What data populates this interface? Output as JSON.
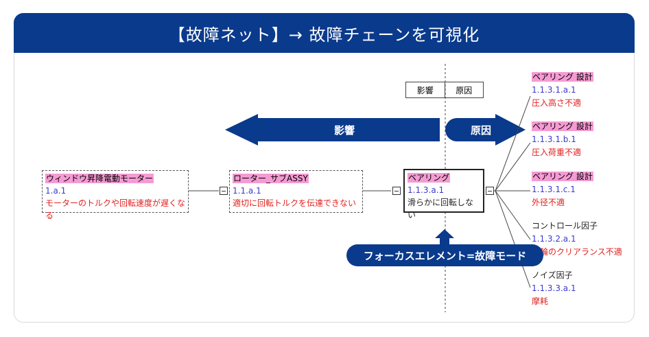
{
  "title": "【故障ネット】→ 故障チェーンを可視化",
  "legend_box": {
    "effect": "影響",
    "cause": "原因"
  },
  "arrows": {
    "effect": "影響",
    "cause": "原因"
  },
  "focus_label": "フォーカスエレメント=故障モード",
  "nodes": [
    {
      "name": "ウィンドウ昇降電動モーター",
      "id": "1.a.1",
      "failure": "モーターのトルクや回転速度が遅くなる"
    },
    {
      "name": "ローター_サブASSY",
      "id": "1.1.a.1",
      "failure": "適切に回転トルクを伝達できない"
    },
    {
      "name": "ベアリング",
      "id": "1.1.3.a.1",
      "failure": "滑らかに回転しない"
    }
  ],
  "causes": [
    {
      "name": "ベアリング 設計",
      "id": "1.1.3.1.a.1",
      "failure": "圧入高さ不適",
      "highlight": true
    },
    {
      "name": "ベアリング 設計",
      "id": "1.1.3.1.b.1",
      "failure": "圧入荷重不適",
      "highlight": true
    },
    {
      "name": "ベアリング 設計",
      "id": "1.1.3.1.c.1",
      "failure": "外径不適",
      "highlight": true
    },
    {
      "name": "コントロール因子",
      "id": "1.1.3.2.a.1",
      "failure": "内輪のクリアランス不適",
      "highlight": false
    },
    {
      "name": "ノイズ因子",
      "id": "1.1.3.3.a.1",
      "failure": "摩耗",
      "highlight": false
    }
  ],
  "colors": {
    "brand": "#0a3a8c",
    "highlight": "#f59bd4",
    "id_blue": "#3a3ad0",
    "failure_red": "#e0201e"
  }
}
